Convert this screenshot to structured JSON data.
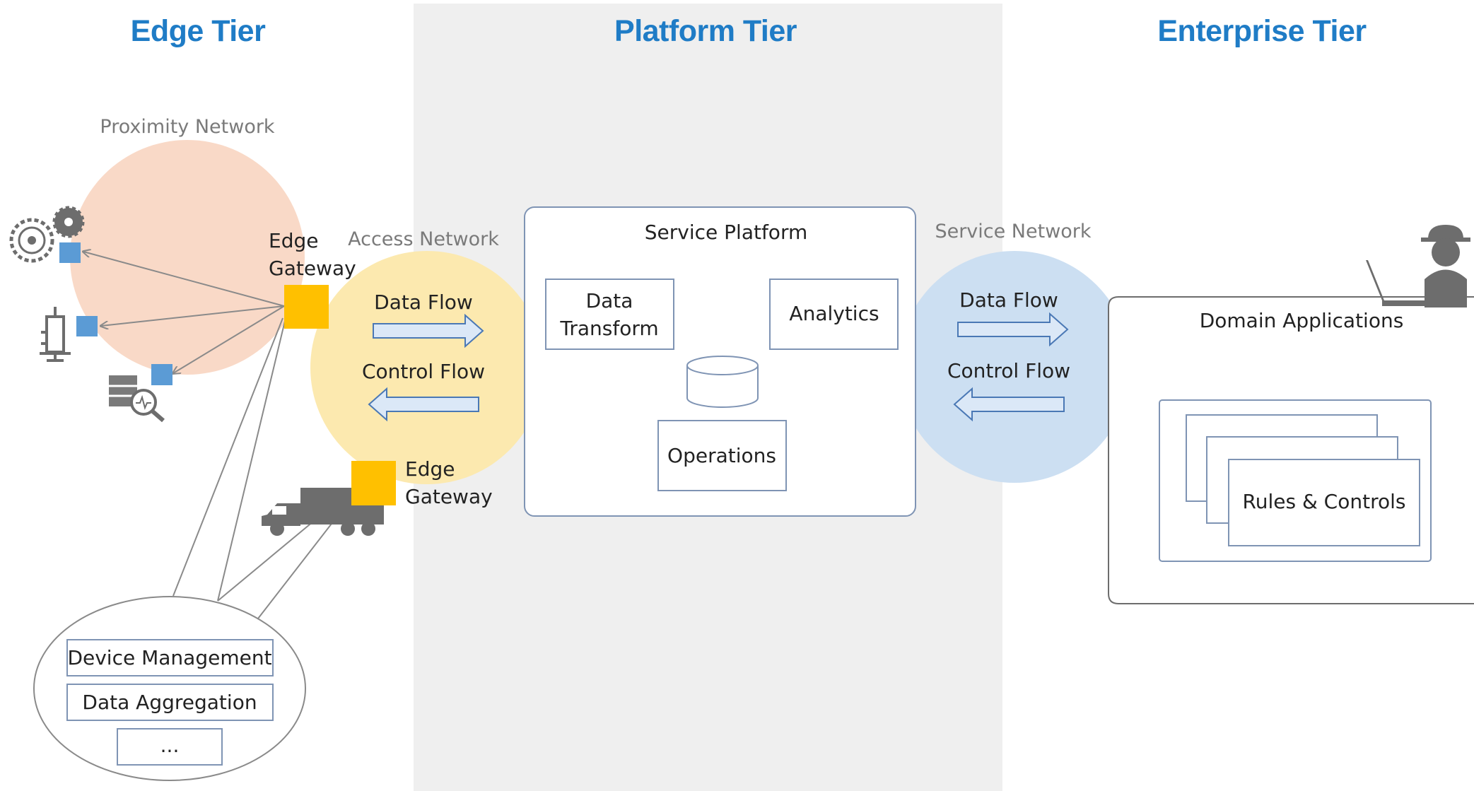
{
  "colors": {
    "title_blue": "#1f7cc6",
    "platform_band": "#efefef",
    "proximity_circle": "#f6c9b0",
    "access_circle": "#fbe39d",
    "service_circle": "#bcd6ee",
    "gateway": "#ffc000",
    "device_node": "#5b9bd5",
    "arrow_fill": "#dbe8f7",
    "arrow_stroke": "#4a78b5",
    "box_stroke": "#7f94b4",
    "icon_gray": "#6d6d6d"
  },
  "tiers": {
    "edge": "Edge Tier",
    "platform": "Platform Tier",
    "enterprise": "Enterprise Tier"
  },
  "networks": {
    "proximity": "Proximity Network",
    "access": "Access Network",
    "service": "Service Network"
  },
  "edge": {
    "gateway_1": [
      "Edge",
      "Gateway"
    ],
    "gateway_2": [
      "Edge",
      "Gateway"
    ],
    "gateway_functions": [
      "Device Management",
      "Data Aggregation",
      "..."
    ]
  },
  "access_flows": {
    "data": "Data Flow",
    "control": "Control Flow"
  },
  "service_flows": {
    "data": "Data Flow",
    "control": "Control Flow"
  },
  "platform": {
    "title": "Service Platform",
    "data_transform": [
      "Data",
      "Transform"
    ],
    "analytics": "Analytics",
    "operations": "Operations"
  },
  "enterprise": {
    "domain_applications": "Domain Applications",
    "rules_controls": "Rules & Controls"
  },
  "icons": [
    "gears-icon",
    "syringe-icon",
    "monitor-magnifier-icon",
    "truck-icon",
    "user-laptop-icon",
    "database-icon"
  ]
}
